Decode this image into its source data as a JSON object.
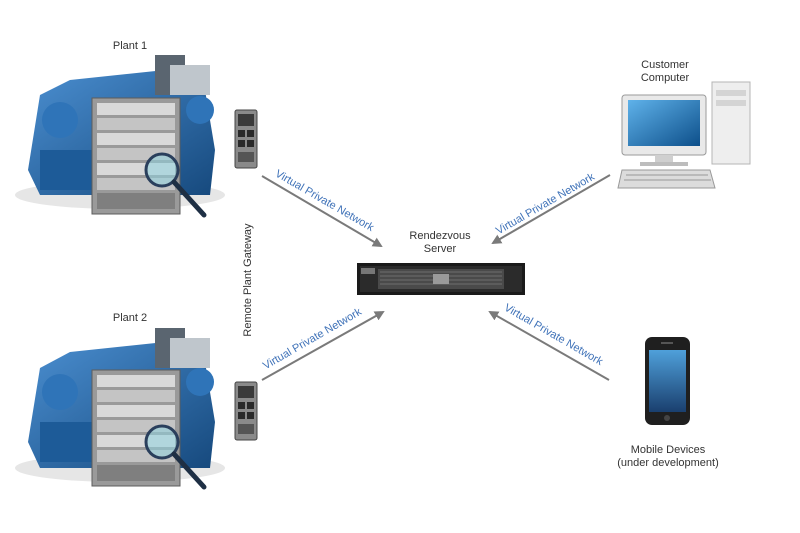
{
  "labels": {
    "plant1": "Plant 1",
    "plant2": "Plant 2",
    "remote_gateway": "Remote Plant Gateway",
    "server_line1": "Rendezvous",
    "server_line2": "Server",
    "customer_line1": "Customer",
    "customer_line2": "Computer",
    "mobile_line1": "Mobile Devices",
    "mobile_line2": "(under development)",
    "vpn": "Virtual Private Network"
  },
  "colors": {
    "vpn_text": "#3f72b8",
    "arrow": "#7a7a7a",
    "machine_blue": "#1f5f9e",
    "text": "#333333"
  },
  "icons": [
    "plant-machine",
    "gateway-device",
    "rack-server",
    "desktop-computer",
    "smartphone"
  ]
}
